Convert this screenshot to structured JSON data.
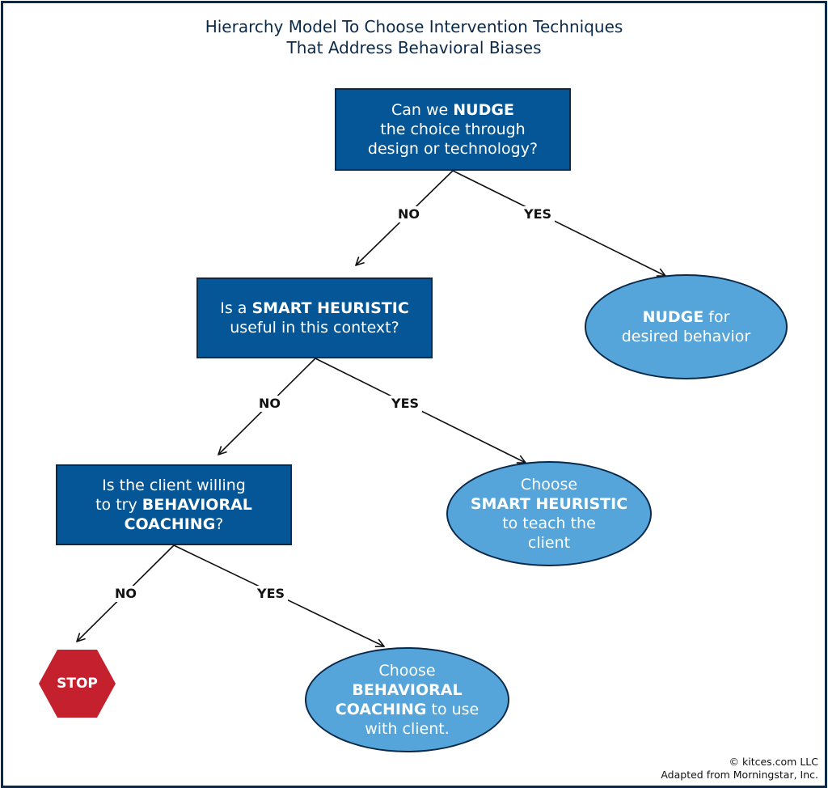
{
  "title": {
    "line1": "Hierarchy Model To Choose Intervention Techniques",
    "line2": "That Address Behavioral Biases"
  },
  "nodes": {
    "q1": {
      "line1_pre": "Can we ",
      "line1_bold": "NUDGE",
      "line2": "the choice through",
      "line3": "design or technology?"
    },
    "q2": {
      "line1_pre": "Is a ",
      "line1_bold": "SMART HEURISTIC",
      "line2": "useful in this context?"
    },
    "q3": {
      "line1": "Is the client willing",
      "line2_pre": "to try ",
      "line2_bold": "BEHAVIORAL",
      "line3_bold": "COACHING",
      "line3_post": "?"
    },
    "r1": {
      "line1_bold": "NUDGE",
      "line1_post": " for",
      "line2": "desired behavior"
    },
    "r2": {
      "line1": "Choose",
      "line2_bold": "SMART HEURISTIC",
      "line3": "to teach the",
      "line4": "client"
    },
    "r3": {
      "line1": "Choose",
      "line2_bold": "BEHAVIORAL",
      "line3_bold": "COACHING",
      "line3_post": " to use",
      "line4": "with client."
    },
    "stop": "STOP"
  },
  "edges": {
    "q1_no": "NO",
    "q1_yes": "YES",
    "q2_no": "NO",
    "q2_yes": "YES",
    "q3_no": "NO",
    "q3_yes": "YES"
  },
  "credit": {
    "line1": "© kitces.com LLC",
    "line2": "Adapted from Morningstar, Inc."
  },
  "colors": {
    "question_box": "#055696",
    "result_oval": "#55a5da",
    "stop_sign": "#c4202e",
    "title_text": "#0b2a4a"
  }
}
